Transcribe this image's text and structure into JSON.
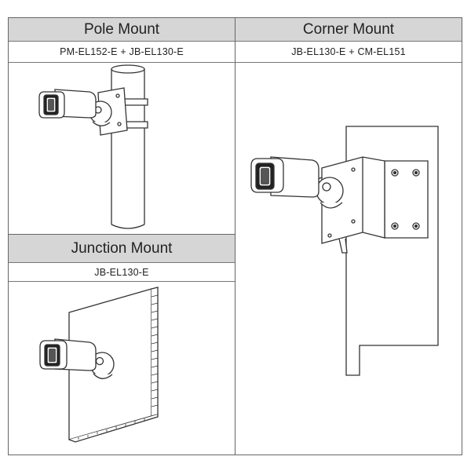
{
  "pole": {
    "title": "Pole Mount",
    "models": "PM-EL152-E + JB-EL130-E",
    "illustration_icon": "bullet-camera-on-pole-icon"
  },
  "corner": {
    "title": "Corner Mount",
    "models": "JB-EL130-E + CM-EL151",
    "illustration_icon": "bullet-camera-on-corner-bracket-icon"
  },
  "junction": {
    "title": "Junction Mount",
    "models": "JB-EL130-E",
    "illustration_icon": "bullet-camera-on-wall-icon"
  },
  "colors": {
    "header_bg": "#d6d6d6",
    "border": "#666666",
    "line_art": "#333333"
  }
}
